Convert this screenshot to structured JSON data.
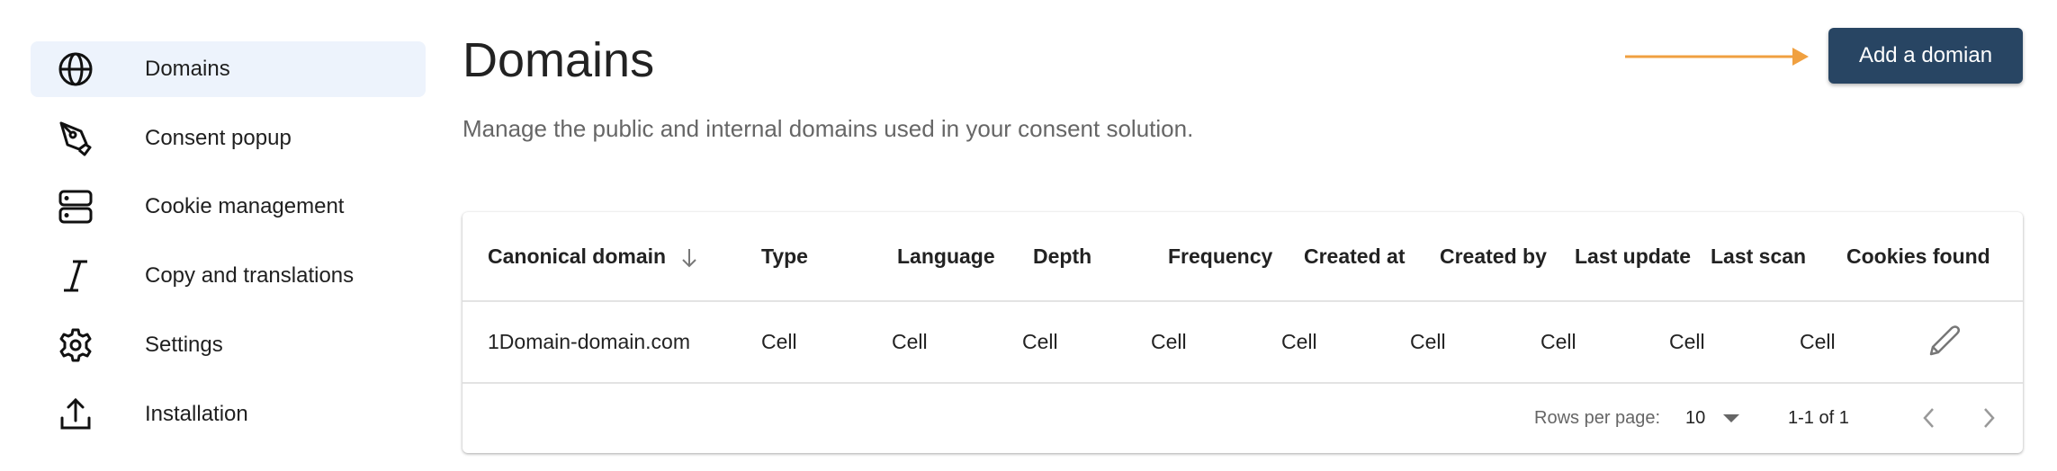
{
  "sidebar": {
    "items": [
      {
        "label": "Domains",
        "icon": "globe-icon",
        "active": true
      },
      {
        "label": "Consent popup",
        "icon": "pen-nib-icon"
      },
      {
        "label": "Cookie management",
        "icon": "server-icon"
      },
      {
        "label": "Copy and translations",
        "icon": "italic-text-icon"
      },
      {
        "label": "Settings",
        "icon": "gear-icon"
      },
      {
        "label": "Installation",
        "icon": "upload-icon"
      }
    ]
  },
  "header": {
    "title": "Domains",
    "subtitle": "Manage the public and internal domains used in your consent solution.",
    "add_button": "Add a domian"
  },
  "colors": {
    "accent": "#284563",
    "arrow": "#f0a040",
    "active_bg": "#edf3fc"
  },
  "table": {
    "columns": [
      "Canonical domain",
      "Type",
      "Language",
      "Depth",
      "Frequency",
      "Created at",
      "Created by",
      "Last update",
      "Last scan",
      "Cookies found"
    ],
    "sort": {
      "column": "Canonical domain",
      "direction": "descending"
    },
    "rows": [
      {
        "cells": [
          "1Domain-domain.com",
          "Cell",
          "Cell",
          "Cell",
          "Cell",
          "Cell",
          "Cell",
          "Cell",
          "Cell",
          "Cell"
        ],
        "action_icon": "pencil-icon"
      }
    ],
    "footer": {
      "rows_per_page_label": "Rows per page:",
      "rows_per_page": "10",
      "range": "1-1 of 1"
    }
  }
}
